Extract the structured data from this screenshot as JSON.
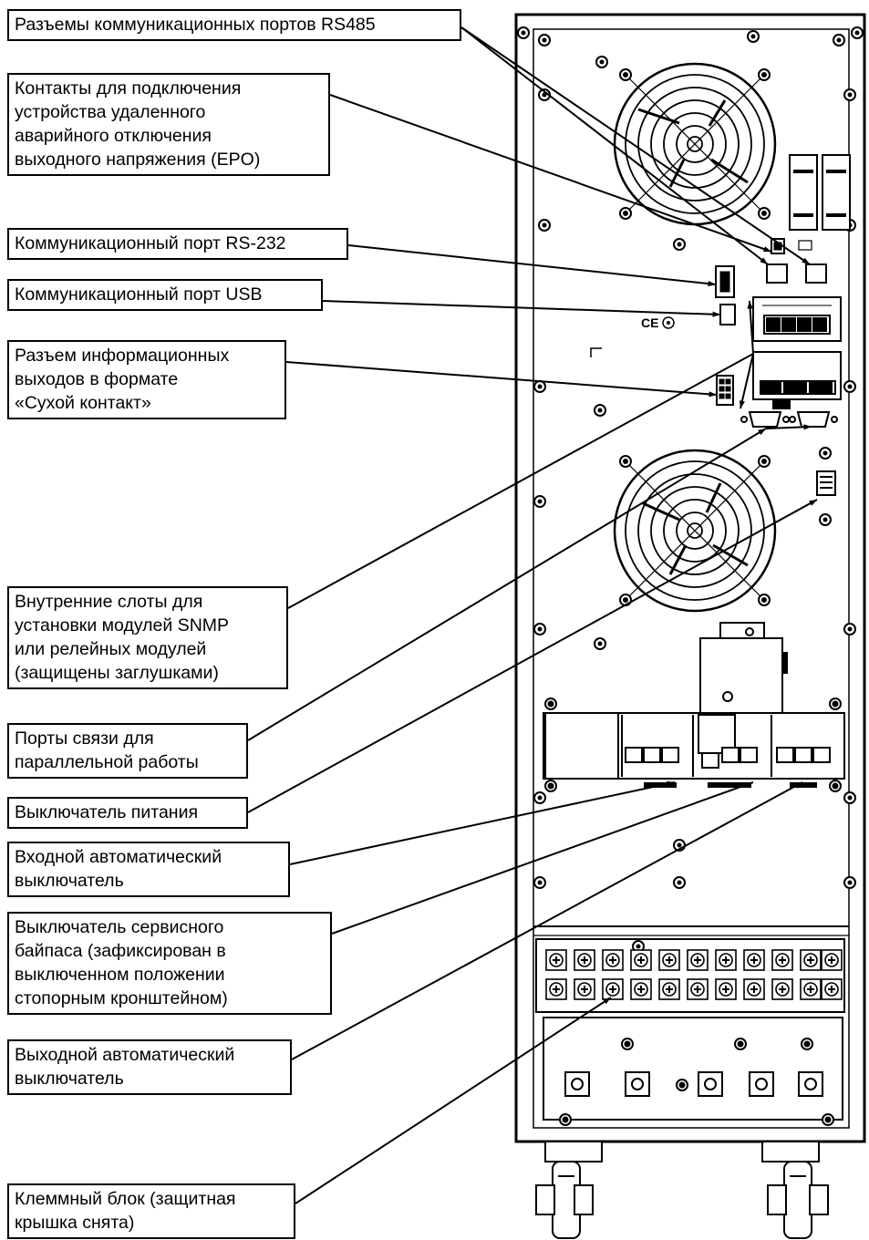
{
  "callouts": [
    {
      "id": "rs485",
      "text": "Разъемы коммуникационных портов RS485"
    },
    {
      "id": "epo",
      "text": "Контакты для подключения\nустройства удаленного\nаварийного отключения\nвыходного напряжения (EPO)"
    },
    {
      "id": "rs232",
      "text": "Коммуникационный порт RS-232"
    },
    {
      "id": "usb",
      "text": "Коммуникационный порт USB"
    },
    {
      "id": "dry",
      "text": "Разъем информационных\nвыходов в формате\n«Сухой контакт»"
    },
    {
      "id": "slots",
      "text": "Внутренние слоты для\nустановки модулей SNMP\nили релейных модулей\n(защищены заглушками)"
    },
    {
      "id": "parallel",
      "text": "Порты связи для\nпараллельной работы"
    },
    {
      "id": "power",
      "text": "Выключатель питания"
    },
    {
      "id": "input_breaker",
      "text": "Входной автоматический\nвыключатель"
    },
    {
      "id": "bypass",
      "text": "Выключатель сервисного\nбайпаса (зафиксирован в\nвыключенном положении\nстопорным кронштейном)"
    },
    {
      "id": "output_breaker",
      "text": "Выходной автоматический\nвыключатель"
    },
    {
      "id": "terminal",
      "text": "Клеммный блок (защитная\nкрышка снята)"
    }
  ],
  "device_marks": {
    "ce_mark": "CE"
  }
}
